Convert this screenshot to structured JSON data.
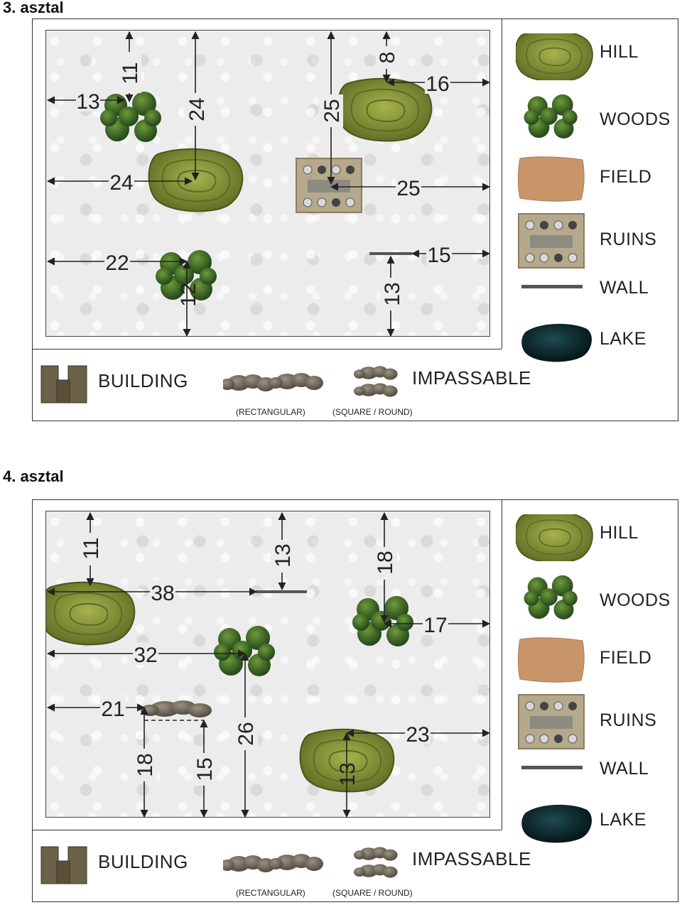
{
  "table3": {
    "heading": "3.  asztal",
    "dims": [
      "11",
      "13",
      "24",
      "24",
      "8",
      "16",
      "25",
      "25",
      "22",
      "12",
      "15",
      "13"
    ]
  },
  "table4": {
    "heading": "4.  asztal",
    "dims": [
      "11",
      "13",
      "18",
      "38",
      "17",
      "32",
      "21",
      "18",
      "15",
      "26",
      "23",
      "13"
    ]
  },
  "legend": {
    "hill": "HILL",
    "woods": "WOODS",
    "field": "FIELD",
    "ruins": "RUINS",
    "wall": "WALL",
    "lake": "LAKE"
  },
  "bottom_legend": {
    "building": "BUILDING",
    "impassable": "IMPASSABLE",
    "rectangular": "(RECTANGULAR)",
    "square_round": "(SQUARE / ROUND)"
  },
  "colors": {
    "hill": "#8c9a3c",
    "woods": "#3f6b23",
    "field": "#c8946a",
    "ruins": "#b3a58a",
    "wall": "#555555",
    "lake": "#0f2a2e",
    "rock": "#6e6659"
  },
  "icons": [
    "hill-icon",
    "woods-icon",
    "field-icon",
    "ruins-icon",
    "wall-icon",
    "lake-icon",
    "building-icon",
    "impassable-icon"
  ]
}
